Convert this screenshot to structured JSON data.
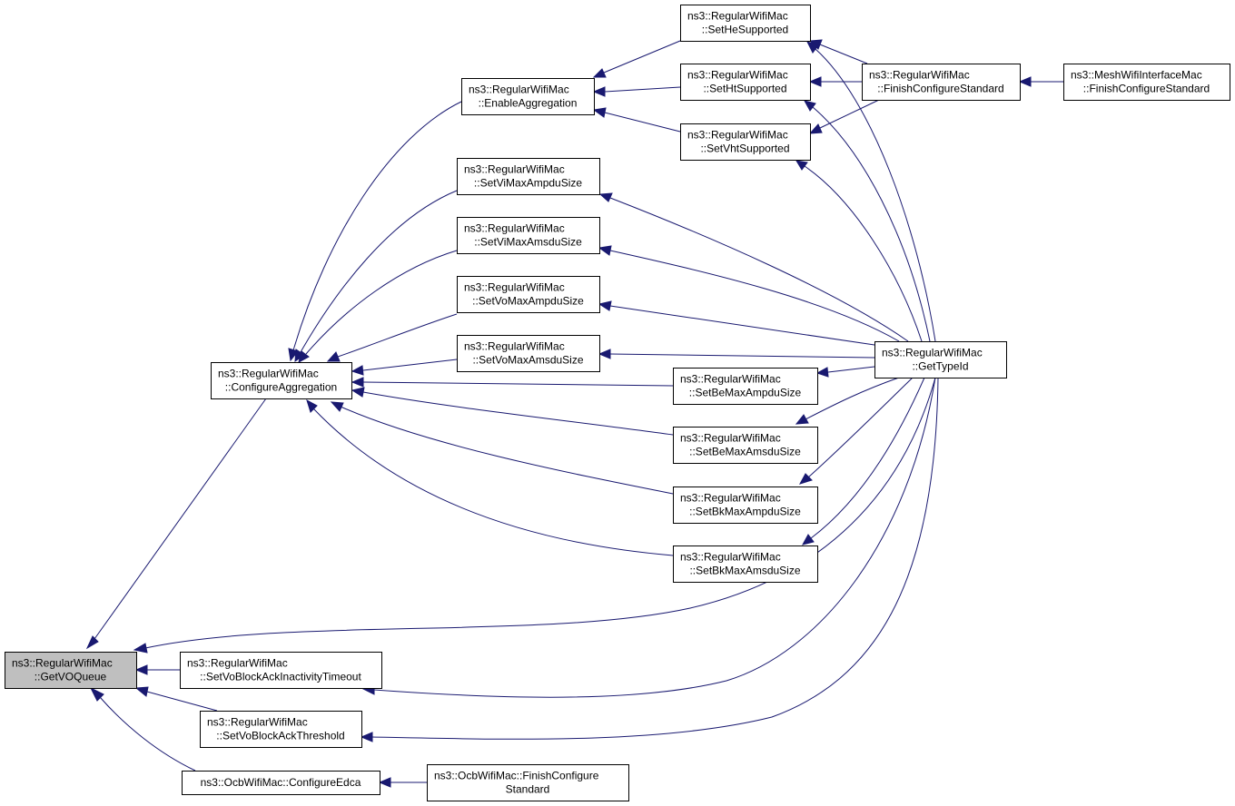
{
  "colors": {
    "edge": "#191970",
    "node_fill": "#ffffff",
    "node_border": "#000000",
    "highlight_fill": "#bfbfbf"
  },
  "nodes": {
    "getvoqueue": {
      "lines": [
        "ns3::RegularWifiMac",
        "::GetVOQueue"
      ],
      "highlighted": true
    },
    "configureaggregation": {
      "lines": [
        "ns3::RegularWifiMac",
        "::ConfigureAggregation"
      ]
    },
    "setvoblockackinactivitytimeout": {
      "lines": [
        "ns3::RegularWifiMac",
        "::SetVoBlockAckInactivityTimeout"
      ]
    },
    "setvoblockackthreshold": {
      "lines": [
        "ns3::RegularWifiMac",
        "::SetVoBlockAckThreshold"
      ]
    },
    "ocbconfigureedca": {
      "lines": [
        "ns3::OcbWifiMac::ConfigureEdca"
      ]
    },
    "ocbfinishconfigurestandard": {
      "lines": [
        "ns3::OcbWifiMac::FinishConfigure",
        "Standard"
      ]
    },
    "enableaggregation": {
      "lines": [
        "ns3::RegularWifiMac",
        "::EnableAggregation"
      ]
    },
    "setvimaxampdusize": {
      "lines": [
        "ns3::RegularWifiMac",
        "::SetViMaxAmpduSize"
      ]
    },
    "setvimaxamsdusize": {
      "lines": [
        "ns3::RegularWifiMac",
        "::SetViMaxAmsduSize"
      ]
    },
    "setvomaxampdusize": {
      "lines": [
        "ns3::RegularWifiMac",
        "::SetVoMaxAmpduSize"
      ]
    },
    "setvomaxamsdusize": {
      "lines": [
        "ns3::RegularWifiMac",
        "::SetVoMaxAmsduSize"
      ]
    },
    "setbemaxampdusize": {
      "lines": [
        "ns3::RegularWifiMac",
        "::SetBeMaxAmpduSize"
      ]
    },
    "setbemaxamsdusize": {
      "lines": [
        "ns3::RegularWifiMac",
        "::SetBeMaxAmsduSize"
      ]
    },
    "setbkmaxampdusize": {
      "lines": [
        "ns3::RegularWifiMac",
        "::SetBkMaxAmpduSize"
      ]
    },
    "setbkmaxamsdusize": {
      "lines": [
        "ns3::RegularWifiMac",
        "::SetBkMaxAmsduSize"
      ]
    },
    "sethesupported": {
      "lines": [
        "ns3::RegularWifiMac",
        "::SetHeSupported"
      ]
    },
    "sethtsupported": {
      "lines": [
        "ns3::RegularWifiMac",
        "::SetHtSupported"
      ]
    },
    "setvhtsupported": {
      "lines": [
        "ns3::RegularWifiMac",
        "::SetVhtSupported"
      ]
    },
    "finishconfigurestandard": {
      "lines": [
        "ns3::RegularWifiMac",
        "::FinishConfigureStandard"
      ]
    },
    "meshfinishconfigurestandard": {
      "lines": [
        "ns3::MeshWifiInterfaceMac",
        "::FinishConfigureStandard"
      ]
    },
    "gettypeid": {
      "lines": [
        "ns3::RegularWifiMac",
        "::GetTypeId"
      ]
    }
  },
  "edges": [
    {
      "caller": "configureaggregation",
      "callee": "getvoqueue"
    },
    {
      "caller": "setvoblockackinactivitytimeout",
      "callee": "getvoqueue"
    },
    {
      "caller": "setvoblockackthreshold",
      "callee": "getvoqueue"
    },
    {
      "caller": "ocbconfigureedca",
      "callee": "getvoqueue"
    },
    {
      "caller": "gettypeid",
      "callee": "getvoqueue"
    },
    {
      "caller": "enableaggregation",
      "callee": "configureaggregation"
    },
    {
      "caller": "setvimaxampdusize",
      "callee": "configureaggregation"
    },
    {
      "caller": "setvimaxamsdusize",
      "callee": "configureaggregation"
    },
    {
      "caller": "setvomaxampdusize",
      "callee": "configureaggregation"
    },
    {
      "caller": "setvomaxamsdusize",
      "callee": "configureaggregation"
    },
    {
      "caller": "setbemaxampdusize",
      "callee": "configureaggregation"
    },
    {
      "caller": "setbemaxamsdusize",
      "callee": "configureaggregation"
    },
    {
      "caller": "setbkmaxampdusize",
      "callee": "configureaggregation"
    },
    {
      "caller": "setbkmaxamsdusize",
      "callee": "configureaggregation"
    },
    {
      "caller": "sethesupported",
      "callee": "enableaggregation"
    },
    {
      "caller": "sethtsupported",
      "callee": "enableaggregation"
    },
    {
      "caller": "setvhtsupported",
      "callee": "enableaggregation"
    },
    {
      "caller": "finishconfigurestandard",
      "callee": "sethesupported"
    },
    {
      "caller": "finishconfigurestandard",
      "callee": "sethtsupported"
    },
    {
      "caller": "finishconfigurestandard",
      "callee": "setvhtsupported"
    },
    {
      "caller": "meshfinishconfigurestandard",
      "callee": "finishconfigurestandard"
    },
    {
      "caller": "gettypeid",
      "callee": "sethesupported"
    },
    {
      "caller": "gettypeid",
      "callee": "sethtsupported"
    },
    {
      "caller": "gettypeid",
      "callee": "setvhtsupported"
    },
    {
      "caller": "gettypeid",
      "callee": "setvimaxampdusize"
    },
    {
      "caller": "gettypeid",
      "callee": "setvimaxamsdusize"
    },
    {
      "caller": "gettypeid",
      "callee": "setvomaxampdusize"
    },
    {
      "caller": "gettypeid",
      "callee": "setvomaxamsdusize"
    },
    {
      "caller": "gettypeid",
      "callee": "setbemaxampdusize"
    },
    {
      "caller": "gettypeid",
      "callee": "setbemaxamsdusize"
    },
    {
      "caller": "gettypeid",
      "callee": "setbkmaxampdusize"
    },
    {
      "caller": "gettypeid",
      "callee": "setbkmaxamsdusize"
    },
    {
      "caller": "gettypeid",
      "callee": "setvoblockackinactivitytimeout"
    },
    {
      "caller": "gettypeid",
      "callee": "setvoblockackthreshold"
    },
    {
      "caller": "ocbfinishconfigurestandard",
      "callee": "ocbconfigureedca"
    }
  ]
}
